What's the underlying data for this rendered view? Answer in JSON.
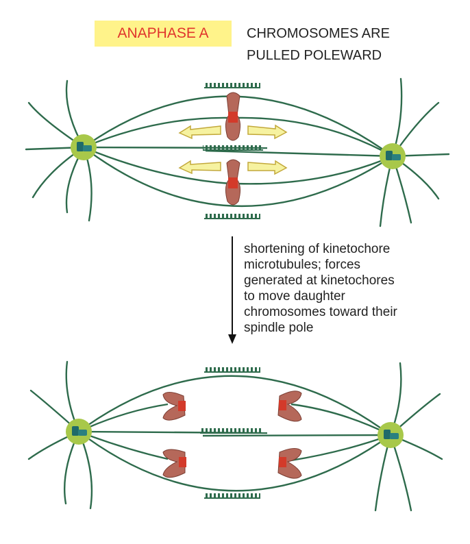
{
  "title": "ANAPHASE A",
  "heading": [
    "CHROMOSOMES ARE",
    "PULLED POLEWARD"
  ],
  "caption": [
    "shortening of kinetochore",
    "microtubules; forces",
    "generated at kinetochores",
    "to move daughter",
    "chromosomes toward their",
    "spindle pole"
  ],
  "colors": {
    "microtubule": "#2e6b4c",
    "pole": "#a8c84a",
    "centriole": "#1f6a6a",
    "chromosome": "#b5685a",
    "kinetochore": "#d33a2a",
    "arrow_fill": "#f6f2a0",
    "arrow_stroke": "#c2a83a",
    "badge_bg": "#fff38a",
    "badge_text": "#e0342c"
  }
}
